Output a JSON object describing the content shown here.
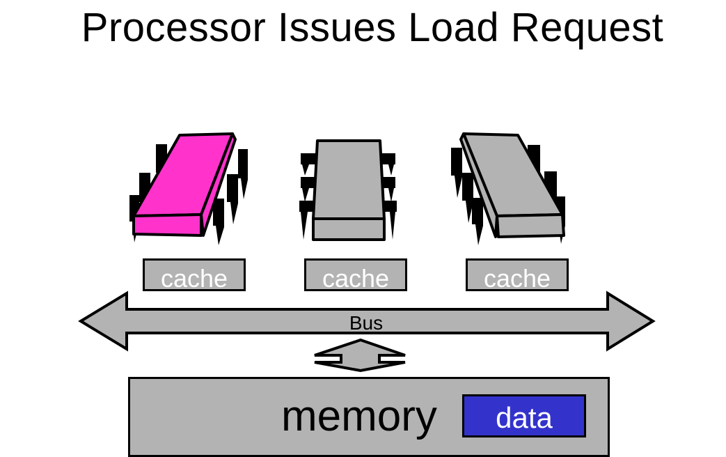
{
  "slide": {
    "title": "Processor Issues Load Request"
  },
  "processors": [
    {
      "state": "issuing",
      "color": "#ff33cc"
    },
    {
      "state": "idle",
      "color": "#b3b3b3"
    },
    {
      "state": "idle",
      "color": "#b3b3b3"
    }
  ],
  "caches": [
    {
      "label": "cache"
    },
    {
      "label": "cache"
    },
    {
      "label": "cache"
    }
  ],
  "bus": {
    "label": "Bus"
  },
  "memory": {
    "label": "memory",
    "data_label": "data",
    "data_color": "#3333cc"
  }
}
